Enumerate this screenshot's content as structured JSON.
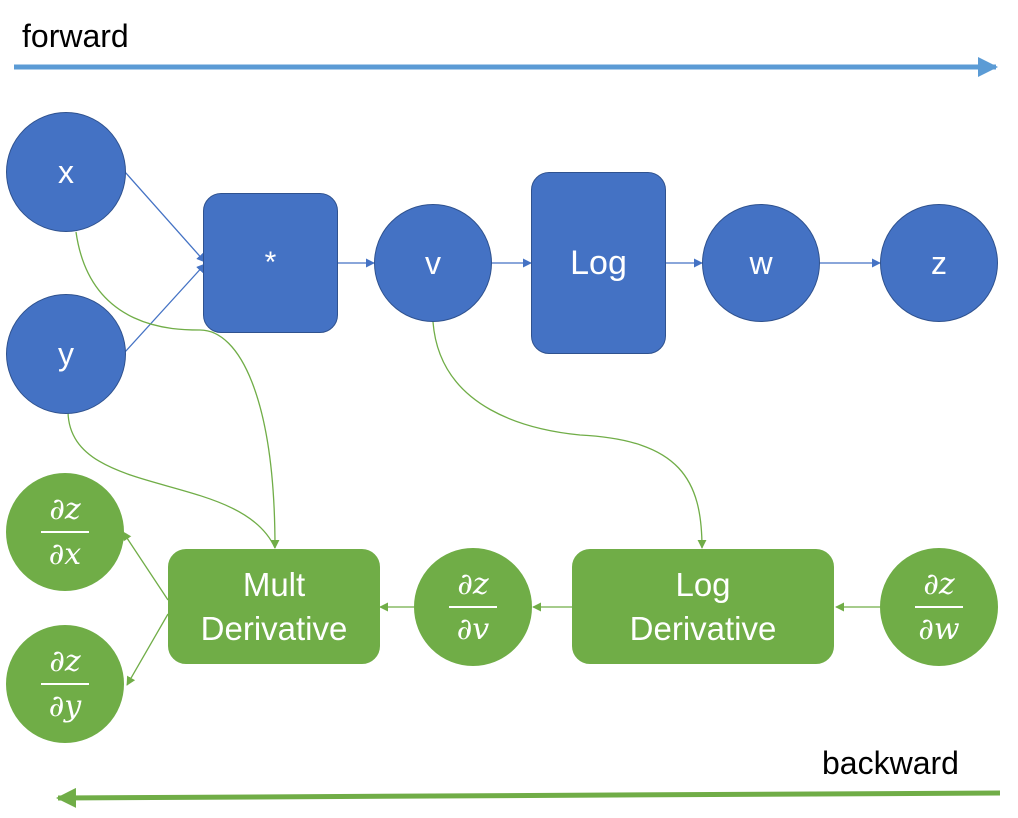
{
  "labels": {
    "forward": "forward",
    "backward": "backward"
  },
  "forward_nodes": {
    "x": "x",
    "y": "y",
    "mult": "*",
    "v": "v",
    "log": "Log",
    "w": "w",
    "z": "z"
  },
  "backward_nodes": {
    "mult_derivative": [
      "Mult",
      "Derivative"
    ],
    "log_derivative": [
      "Log",
      "Derivative"
    ],
    "dz_dx": {
      "num": "∂z",
      "den": "∂x"
    },
    "dz_dy": {
      "num": "∂z",
      "den": "∂y"
    },
    "dz_dv": {
      "num": "∂z",
      "den": "∂v"
    },
    "dz_dw": {
      "num": "∂z",
      "den": "∂w"
    }
  },
  "colors": {
    "forward": "#4472C4",
    "backward": "#70AD47",
    "forward_arrow": "#5B9BD5"
  }
}
